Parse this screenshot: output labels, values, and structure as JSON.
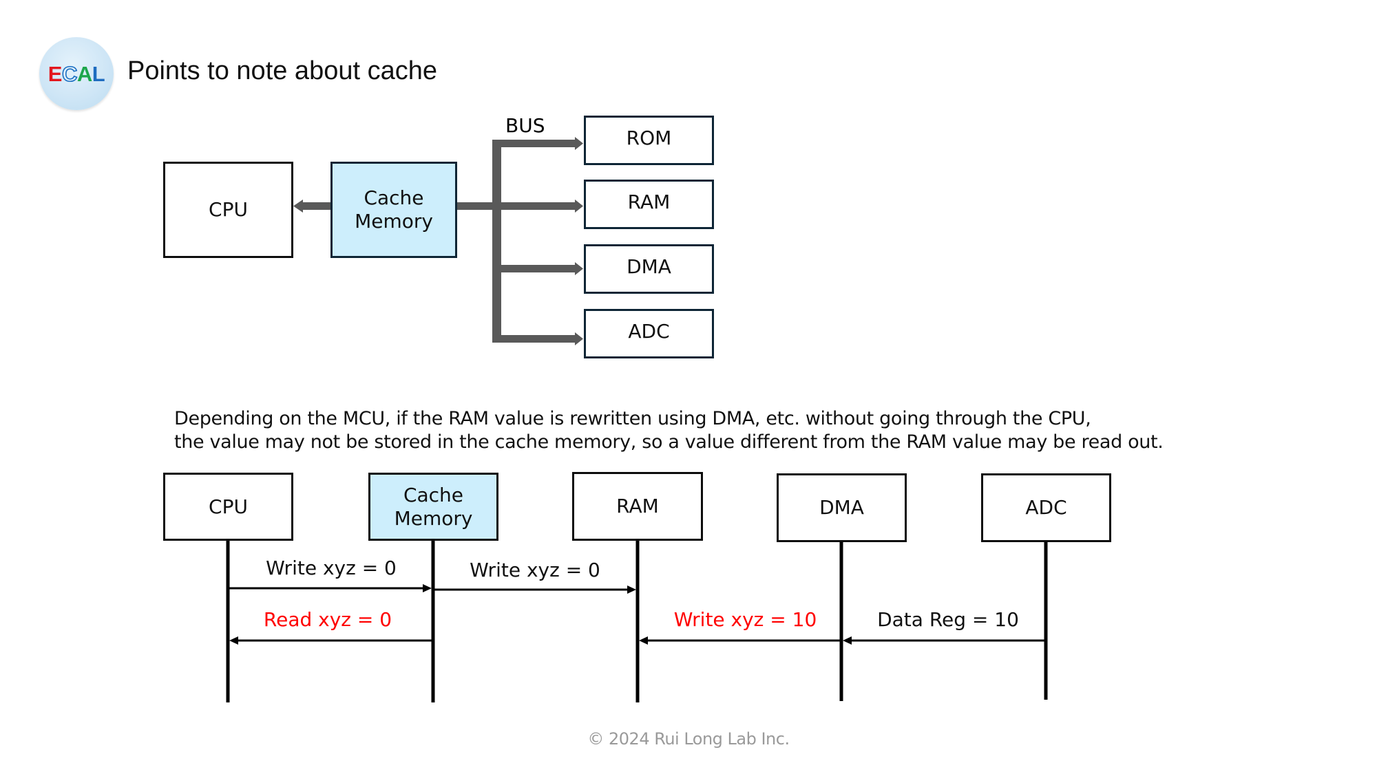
{
  "logo": {
    "letters": [
      "E",
      "C",
      "A",
      "L"
    ],
    "colors": {
      "E": "#e3161d",
      "C": "#1b6fc3",
      "A": "#1da64b",
      "L": "#1e6cc0"
    }
  },
  "title": "Points to note about cache",
  "architecture": {
    "cpu_label": "CPU",
    "cache_label_line1": "Cache",
    "cache_label_line2": "Memory",
    "bus_label": "BUS",
    "peripherals": [
      "ROM",
      "RAM",
      "DMA",
      "ADC"
    ],
    "bus_color": "#595959",
    "cache_fill": "#cdeefc"
  },
  "description": {
    "line1": "Depending on the MCU, if the RAM value is rewritten using DMA, etc. without going through the CPU,",
    "line2": "the value may not be stored in the cache memory, so a value different from the RAM value may be read out."
  },
  "sequence": {
    "participants": [
      {
        "id": "cpu",
        "line1": "CPU",
        "line2": "",
        "highlight": false
      },
      {
        "id": "cache",
        "line1": "Cache",
        "line2": "Memory",
        "highlight": true
      },
      {
        "id": "ram",
        "line1": "RAM",
        "line2": "",
        "highlight": false
      },
      {
        "id": "dma",
        "line1": "DMA",
        "line2": "",
        "highlight": false
      },
      {
        "id": "adc",
        "line1": "ADC",
        "line2": "",
        "highlight": false
      }
    ],
    "messages": [
      {
        "from": "cpu",
        "to": "cache",
        "label": "Write xyz = 0",
        "color": "#000000"
      },
      {
        "from": "cache",
        "to": "ram",
        "label": "Write xyz = 0",
        "color": "#000000"
      },
      {
        "from": "cache",
        "to": "cpu",
        "label": "Read xyz = 0",
        "color": "#ff0000"
      },
      {
        "from": "dma",
        "to": "ram",
        "label": "Write xyz = 10",
        "color": "#ff0000"
      },
      {
        "from": "adc",
        "to": "dma",
        "label": "Data Reg = 10",
        "color": "#000000"
      }
    ]
  },
  "footer": {
    "copyright": "© 2024 Rui Long Lab Inc."
  }
}
